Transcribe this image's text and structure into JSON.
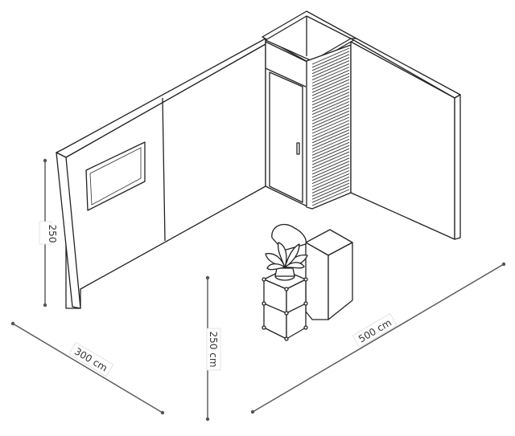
{
  "dimensions": {
    "left_height": "250",
    "depth": "300 cm",
    "height": "250 cm",
    "width": "500 cm"
  }
}
